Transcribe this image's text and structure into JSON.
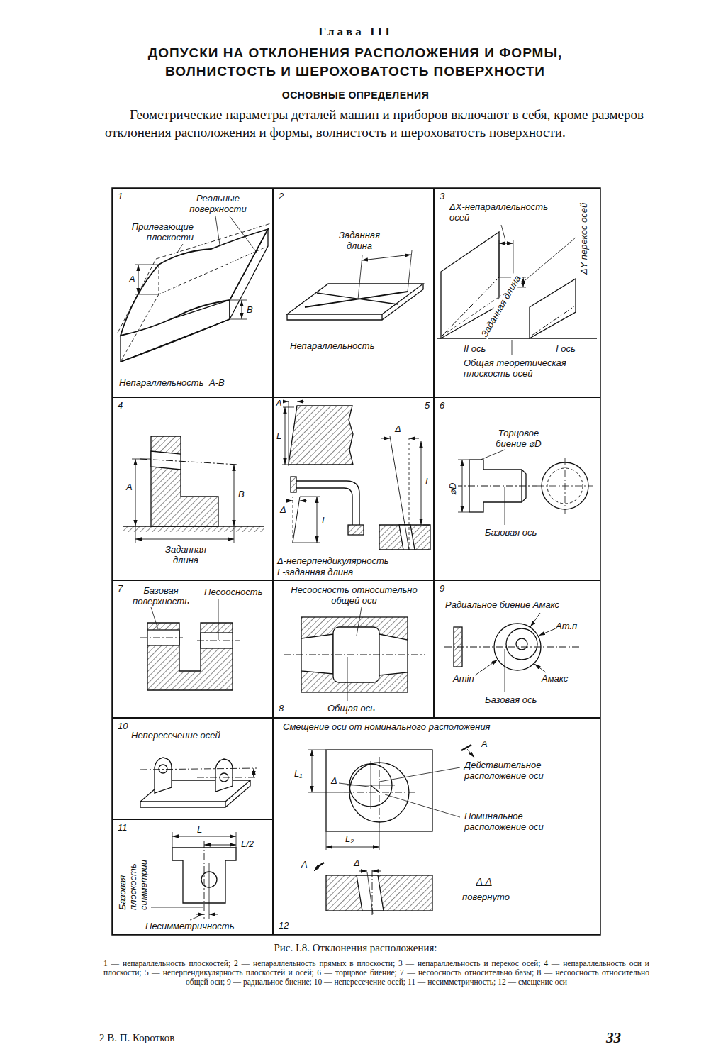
{
  "diagram": {
    "title": "ДОПУСКИ НА ОТКЛОНЕНИЯ РАСПОЛОЖЕНИЯ И ФОРМЫ, ВОЛНИСТОСТЬ И ШЕРОХОВАТОСТЬ ПОВЕРХНОСТИ",
    "caption": "Рис. I.8. Отклонения расположения:",
    "nodes": [
      {
        "text": [
          "1",
          "Реальные поверхности",
          "Прилегающие плоскости",
          "А",
          "В",
          "Непараллельность=А-В"
        ]
      },
      {
        "text": [
          "2",
          "Заданная длина",
          "Непараллельность"
        ]
      },
      {
        "text": [
          "3",
          "ΔX-непараллельность осей",
          "ΔY перекос осей",
          "Заданная длина",
          "II ось",
          "I ось",
          "Общая теоретическая плоскость осей"
        ]
      },
      {
        "text": [
          "4",
          "А",
          "В",
          "Заданная длина"
        ]
      },
      {
        "text": [
          "5",
          "Δ",
          "L",
          "Δ",
          "L",
          "Δ",
          "L",
          "Δ-неперпендикулярность",
          "L-заданная длина"
        ]
      },
      {
        "text": [
          "6",
          "Торцовое биение ⌀D",
          "⌀D",
          "Базовая ось"
        ]
      },
      {
        "text": [
          "7",
          "Базовая поверхность",
          "Несоосность"
        ]
      },
      {
        "text": [
          "Несоосность относительно общей оси",
          "8",
          "Общая ось"
        ]
      },
      {
        "text": [
          "9",
          "Радиальное биение Aмакс",
          "Aт.п",
          "Amin",
          "Aмакс",
          "Базовая ось"
        ]
      },
      {
        "text": [
          "10",
          "Непересечение осей"
        ]
      },
      {
        "text": [
          "Смещение оси от номинального расположения",
          "А",
          "L₁",
          "Δ",
          "Действительное расположение оси",
          "Номинальное расположение оси",
          "L₂",
          "А",
          "Δ",
          "А-А",
          "повернуто",
          "12"
        ]
      },
      {
        "text": [
          "11",
          "L",
          "L/2",
          "Базовая плоскость симметрии",
          "Несимметричность"
        ]
      }
    ],
    "labels": [
      "Глава III",
      "ОСНОВНЫЕ ОПРЕДЕЛЕНИЯ",
      "Геометрические параметры деталей машин и приборов включают в себя, кроме размеров отклонения расположения и формы, волнистость и шероховатость поверхности.",
      "1 — непараллельность плоскостей; 2 — непараллельность прямых в плоскости; 3 — непараллельность и перекос осей; 4 — непараллельность оси и плоскости; 5 — неперпендикулярность плоскостей и осей; 6 — торцовое биение; 7 — несоосность относительно базы; 8 — несоосность относительно общей оси; 9 — радиальное биение; 10 — непересечение осей; 11 — несимметричность; 12 — смещение оси",
      "2 В. П. Коротков",
      "33"
    ]
  }
}
